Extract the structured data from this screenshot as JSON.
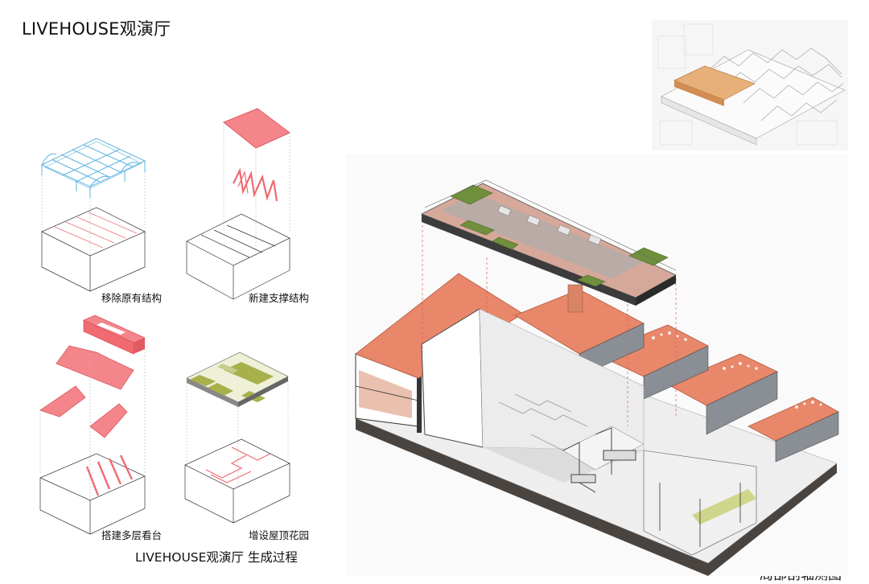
{
  "page": {
    "title": "LIVEHOUSE观演厅",
    "subtitle": "LIVEHOUSE观演厅 生成过程",
    "axon_caption": "局部剖轴测图"
  },
  "steps": [
    {
      "label": "移除原有结构"
    },
    {
      "label": "新建支撑结构"
    },
    {
      "label": "搭建多层看台"
    },
    {
      "label": "增设屋顶花园"
    }
  ],
  "colors": {
    "removed_structure": "#5fb4e0",
    "new_structure": "#f06a72",
    "salmon_fill": "#f4868b",
    "roof_orange": "#e8876a",
    "garden_green": "#a7b04a",
    "building_base": "#4a4440",
    "highlight_block": "#e7b07a"
  }
}
